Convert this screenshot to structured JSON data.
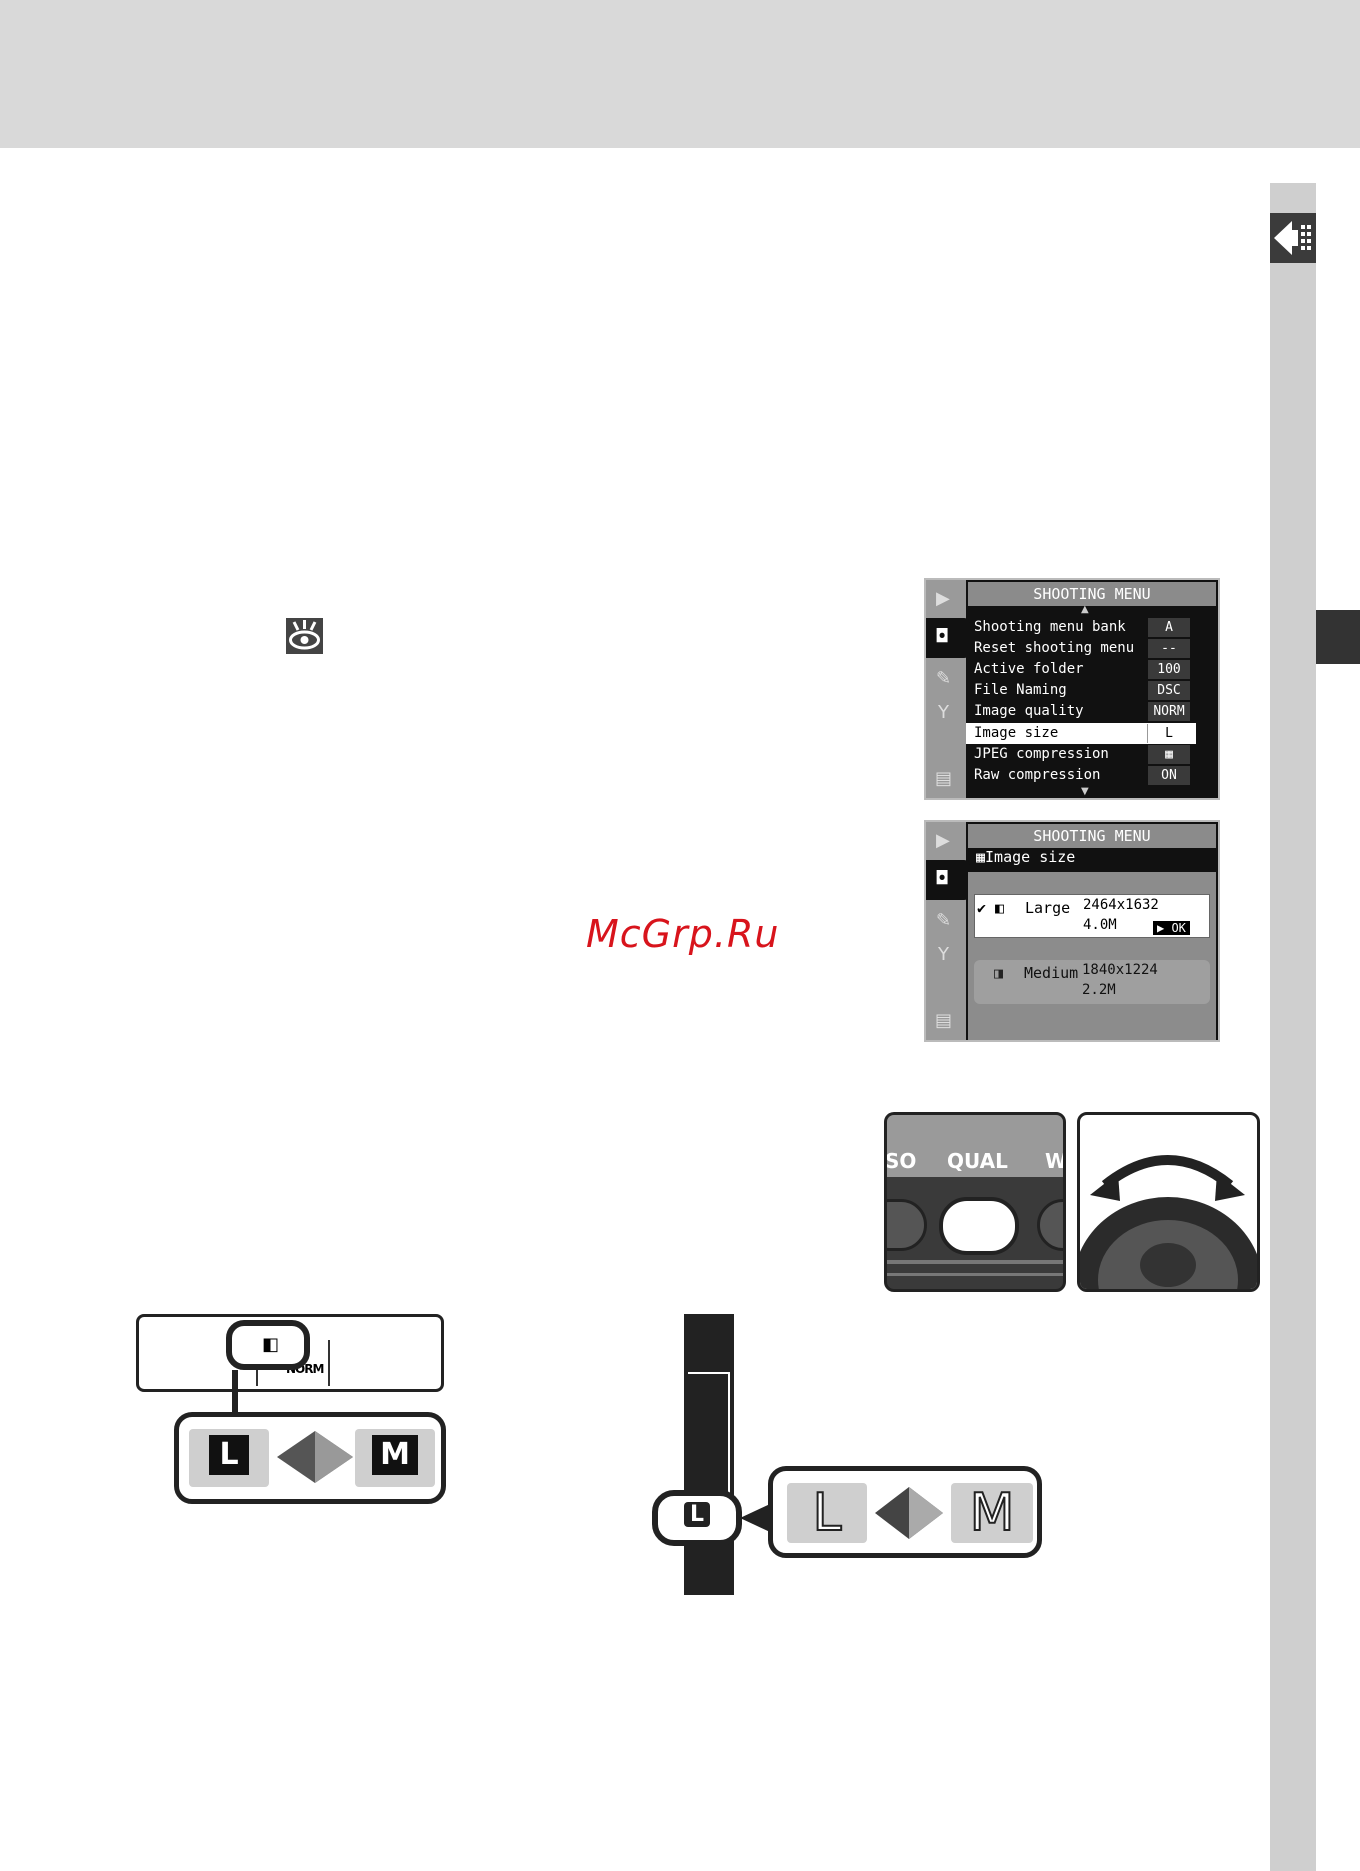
{
  "watermark": "McGrp.Ru",
  "icons": {
    "side_tab": "menu-arrow-icon",
    "reference": "eye-reference-icon"
  },
  "menu1": {
    "title": "SHOOTING MENU",
    "rows": [
      {
        "label": "Shooting menu bank",
        "value": "A"
      },
      {
        "label": "Reset shooting menu",
        "value": "--"
      },
      {
        "label": "Active folder",
        "value": "100"
      },
      {
        "label": "File Naming",
        "value": "DSC"
      },
      {
        "label": "Image quality",
        "value": "NORM"
      },
      {
        "label": "Image size",
        "value": "L"
      },
      {
        "label": "JPEG compression",
        "value": "▦"
      },
      {
        "label": "Raw compression",
        "value": "ON"
      }
    ]
  },
  "menu2": {
    "title": "SHOOTING MENU",
    "subtitle": "Image size",
    "large": {
      "label": "Large",
      "resolution": "2464x1632",
      "megapixels": "4.0M",
      "ok": "OK"
    },
    "medium": {
      "label": "Medium",
      "resolution": "1840x1224",
      "megapixels": "2.2M"
    }
  },
  "control_panel": {
    "buttons": {
      "left": "SO",
      "center": "QUAL",
      "right": "W"
    }
  },
  "top_lcd": {
    "quality_text": "NORM",
    "choices": [
      "L",
      "M"
    ]
  },
  "viewfinder": {
    "indicator": "L",
    "choices": [
      "L",
      "M"
    ]
  }
}
